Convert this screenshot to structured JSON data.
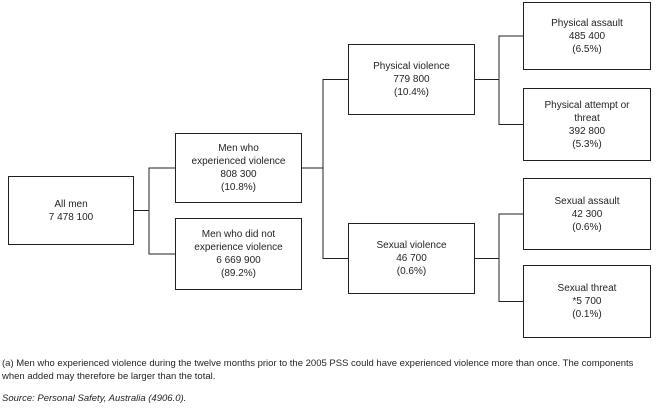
{
  "diagram": {
    "title": "",
    "line_color": "#231f20",
    "nodes": [
      {
        "id": "all-men",
        "lines": [
          "All men",
          "7 478 100"
        ]
      },
      {
        "id": "experienced",
        "lines": [
          "Men who",
          "experienced violence",
          "808 300",
          "(10.8%)"
        ]
      },
      {
        "id": "not-experienced",
        "lines": [
          "Men who did not",
          "experience violence",
          "6 669 900",
          "(89.2%)"
        ]
      },
      {
        "id": "physical-violence",
        "lines": [
          "Physical violence",
          "779 800",
          "(10.4%)"
        ]
      },
      {
        "id": "sexual-violence",
        "lines": [
          "Sexual violence",
          "46 700",
          "(0.6%)"
        ]
      },
      {
        "id": "physical-assault",
        "lines": [
          "Physical assault",
          "485 400",
          "(6.5%)"
        ]
      },
      {
        "id": "physical-attempt",
        "lines": [
          "Physical attempt or",
          "threat",
          "392 800",
          "(5.3%)"
        ]
      },
      {
        "id": "sexual-assault",
        "lines": [
          "Sexual assault",
          "42 300",
          "(0.6%)"
        ]
      },
      {
        "id": "sexual-threat",
        "lines": [
          "Sexual threat",
          "*5 700",
          "(0.1%)"
        ]
      }
    ],
    "edges": [
      {
        "from": "all-men",
        "to": "experienced"
      },
      {
        "from": "all-men",
        "to": "not-experienced"
      },
      {
        "from": "experienced",
        "to": "physical-violence"
      },
      {
        "from": "experienced",
        "to": "sexual-violence"
      },
      {
        "from": "physical-violence",
        "to": "physical-assault"
      },
      {
        "from": "physical-violence",
        "to": "physical-attempt"
      },
      {
        "from": "sexual-violence",
        "to": "sexual-assault"
      },
      {
        "from": "sexual-violence",
        "to": "sexual-threat"
      }
    ],
    "footnote": "(a)  Men who experienced violence during the twelve months prior to the 2005 PSS could have experienced violence more than once. The components when added may therefore be larger than the total.",
    "source": "Source: Personal Safety, Australia (4906.0)."
  }
}
